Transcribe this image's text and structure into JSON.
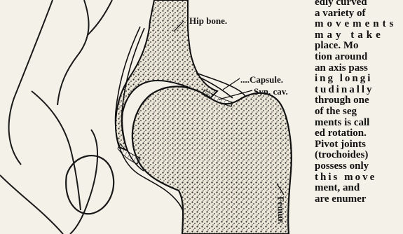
{
  "figure": {
    "labels": {
      "hip_bone": "Hip bone.",
      "capsule": "....Capsule.",
      "synovial_cavity": "Syn. cav.",
      "femur": "Femur."
    }
  },
  "text_column": {
    "lines": [
      "edly curved",
      "a variety of",
      "movements",
      "may take",
      "place. Mo",
      "tion around",
      "an axis pass",
      "ing longi",
      "tudinally",
      "through one",
      "of the seg",
      "ments is call",
      "ed rotation.",
      "Pivot joints",
      "(trochoides)",
      "possess only",
      "this move",
      "ment, and",
      "are enumer"
    ]
  },
  "colors": {
    "paper": "#f4f1e8",
    "ink": "#141414"
  }
}
